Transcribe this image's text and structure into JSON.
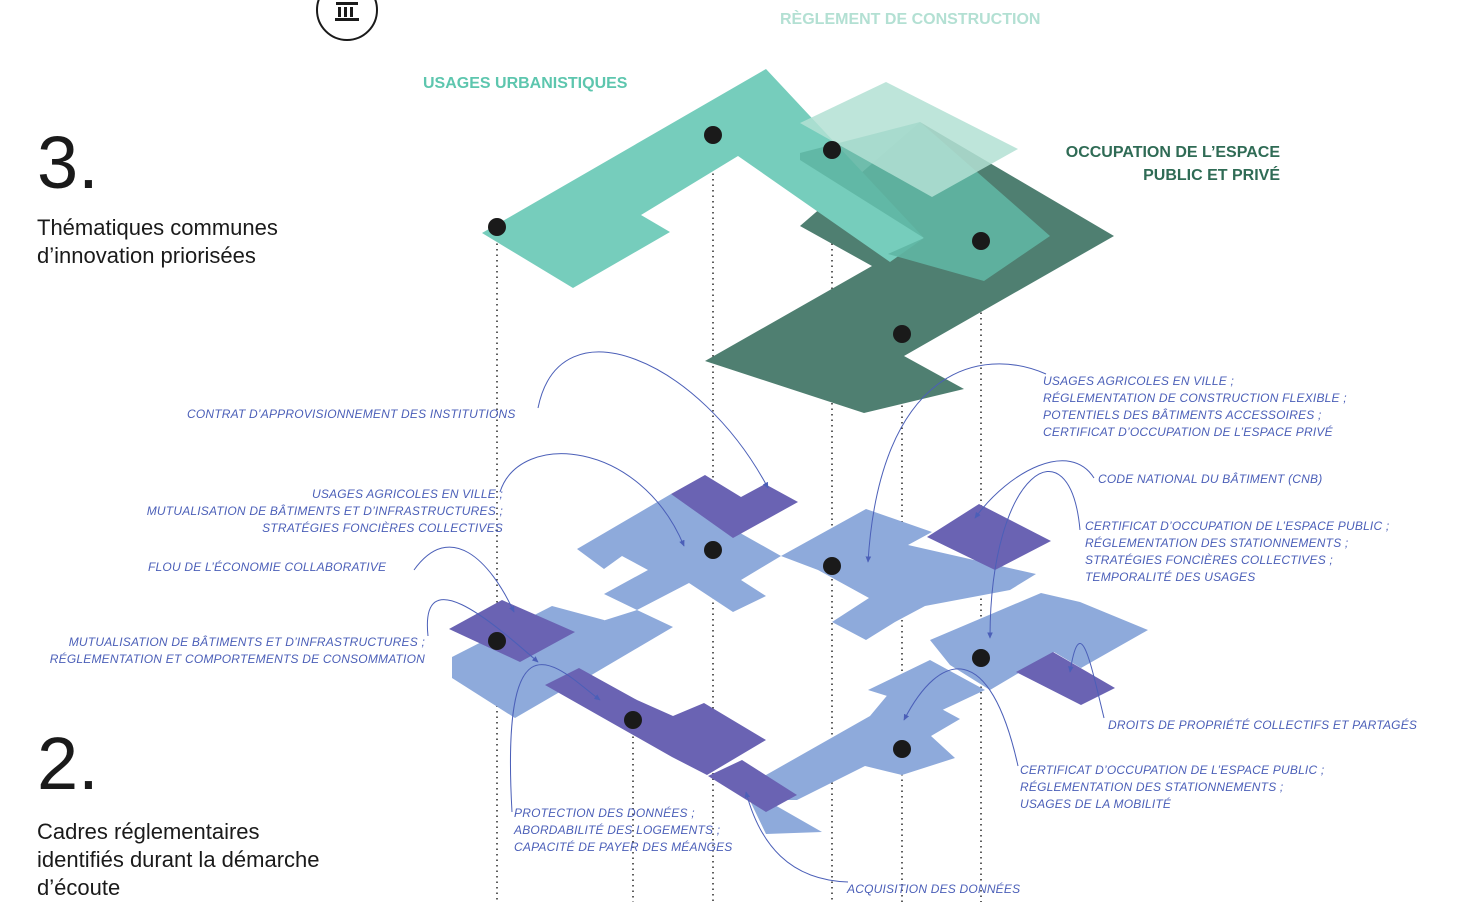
{
  "colors": {
    "teal_light": "#76cdbc",
    "teal_pale": "#b3e0d3",
    "teal_mid": "#5fb6a3",
    "teal_dark": "#4f7f71",
    "blue_light": "#8eaadb",
    "blue_dark": "#6a63b3",
    "note_text": "#4b5fb8",
    "category_green": "#5dc6ae",
    "category_dark": "#2f6b55",
    "dot": "#1a1a1a"
  },
  "icon": "building-icon",
  "categories": {
    "reglement": "RÈGLEMENT DE CONSTRUCTION",
    "usages": "USAGES URBANISTIQUES",
    "occupation": [
      "OCCUPATION DE L’ESPACE",
      "PUBLIC ET PRIVÉ"
    ]
  },
  "section3": {
    "number": "3.",
    "lines": [
      "Thématiques communes",
      "d’innovation priorisées"
    ]
  },
  "section2": {
    "number": "2.",
    "lines": [
      "Cadres réglementaires",
      "identifiés durant la démarche",
      "d’écoute"
    ]
  },
  "notes": {
    "contrat": [
      "CONTRAT D’APPROVISIONNEMENT DES INSTITUTIONS"
    ],
    "usages_agricoles_right": [
      "USAGES AGRICOLES EN VILLE ;",
      "RÉGLEMENTATION DE CONSTRUCTION FLEXIBLE ;",
      "POTENTIELS DES BÂTIMENTS ACCESSOIRES ;",
      "CERTIFICAT D’OCCUPATION DE L’ESPACE PRIVÉ"
    ],
    "cnb": [
      "CODE NATIONAL DU BÂTIMENT (CNB)"
    ],
    "usages_agricoles_left": [
      "USAGES AGRICOLES EN VILLE ;",
      "MUTUALISATION DE BÂTIMENTS ET D’INFRASTRUCTURES ;",
      "STRATÉGIES FONCIÈRES COLLECTIVES"
    ],
    "certificat_public_1": [
      "CERTIFICAT D’OCCUPATION DE L’ESPACE PUBLIC ;",
      "RÉGLEMENTATION DES STATIONNEMENTS ;",
      "STRATÉGIES FONCIÈRES COLLECTIVES ;",
      "TEMPORALITÉ DES USAGES"
    ],
    "flou": [
      "FLOU DE L’ÉCONOMIE COLLABORATIVE"
    ],
    "mutualisation": [
      "MUTUALISATION DE BÂTIMENTS ET D’INFRASTRUCTURES ;",
      "RÉGLEMENTATION ET COMPORTEMENTS DE CONSOMMATION"
    ],
    "droits": [
      "DROITS DE PROPRIÉTÉ COLLECTIFS ET PARTAGÉS"
    ],
    "certificat_public_2": [
      "CERTIFICAT D’OCCUPATION DE L’ESPACE PUBLIC ;",
      "RÉGLEMENTATION DES STATIONNEMENTS ;",
      "USAGES DE LA MOBILITÉ"
    ],
    "protection": [
      "PROTECTION DES DONNÉES ;",
      "ABORDABILITÉ DES LOGEMENTS ;",
      "CAPACITÉ DE PAYER DES MÉANGES"
    ],
    "acquisition": [
      "ACQUISITION DES DONNÉES"
    ]
  }
}
